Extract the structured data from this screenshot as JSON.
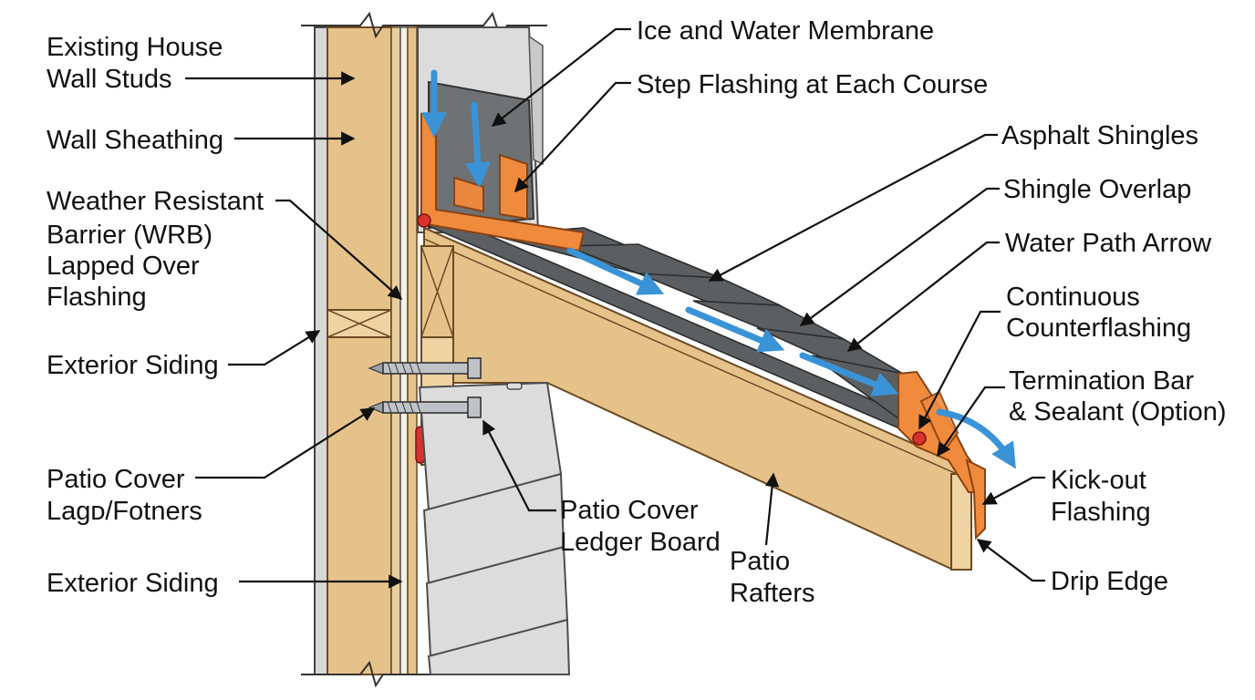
{
  "labels": {
    "wall_studs": [
      "Existing House",
      "Wall Studs"
    ],
    "wall_sheathing": "Wall Sheathing",
    "wrb": [
      "Weather Resistant",
      "Barrier (WRB)",
      "Lapped Over",
      "Flashing"
    ],
    "exterior_siding_upper": "Exterior Siding",
    "lags": [
      "Patio Cover",
      "Lagᴅ/Fotners"
    ],
    "exterior_siding_lower": "Exterior Siding",
    "ledger": [
      "Patio Cover",
      "Ledger Board"
    ],
    "rafters": [
      "Patio",
      "Rafters"
    ],
    "ice_water": "Ice and Water Membrane",
    "step_flashing": "Step Flashing at Each Course",
    "asphalt_shingles": "Asphalt Shingles",
    "shingle_overlap": "Shingle Overlap",
    "water_path": "Water Path Arrow",
    "counterflashing": [
      "Continuous",
      "Counterflashing"
    ],
    "termination_bar": [
      "Termination Bar",
      "& Sealant (Option)"
    ],
    "kickout": [
      "Kick-out",
      "Flashing"
    ],
    "drip_edge": "Drip Edge"
  },
  "colors": {
    "wood": "#e6c28b",
    "siding": "#dcdcdc",
    "shingle": "#5c5f61",
    "flashing": "#f08a3c",
    "water_arrow": "#3a93d6",
    "sealant": "#d9322e"
  }
}
